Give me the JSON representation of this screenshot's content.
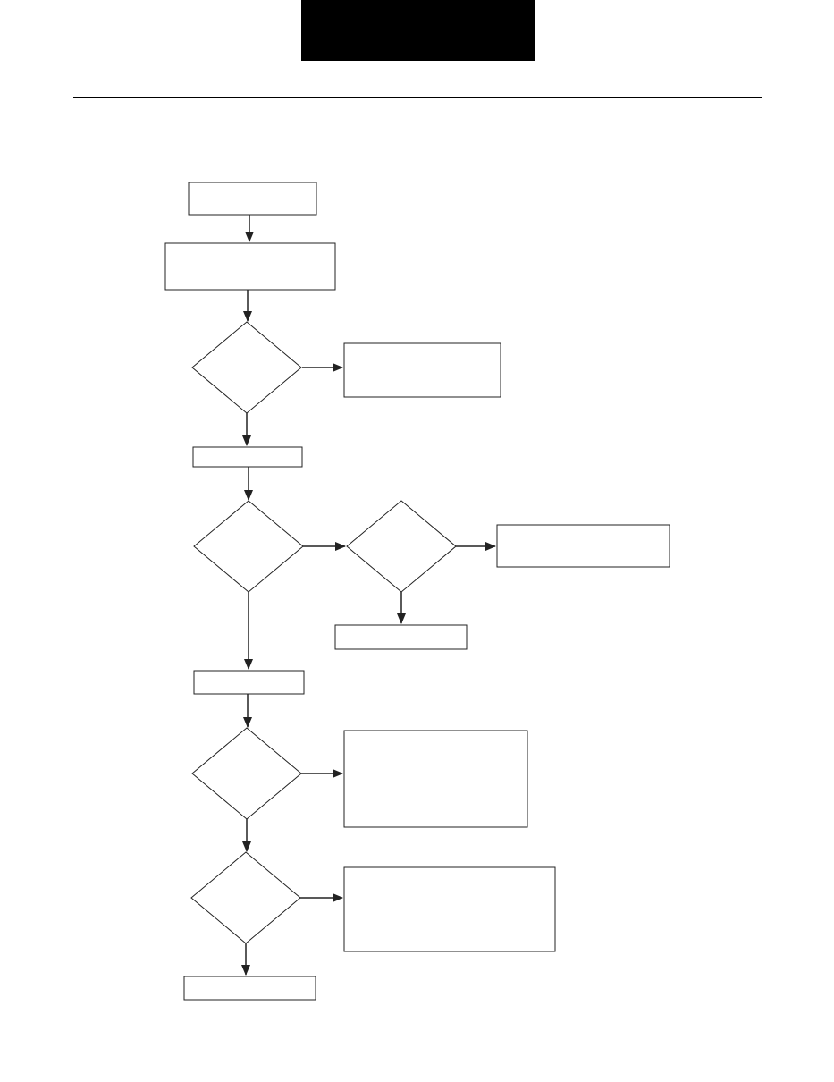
{
  "page": {
    "header_text": "",
    "colors": {
      "header_block": "#000000",
      "line": "#222222",
      "background": "#ffffff"
    }
  },
  "flowchart": {
    "nodes": [
      {
        "id": "start-box",
        "shape": "rect",
        "label": ""
      },
      {
        "id": "step-box-1",
        "shape": "rect",
        "label": ""
      },
      {
        "id": "decision-1",
        "shape": "diamond",
        "label": ""
      },
      {
        "id": "result-box-1",
        "shape": "rect",
        "label": ""
      },
      {
        "id": "step-box-2",
        "shape": "rect",
        "label": ""
      },
      {
        "id": "decision-2",
        "shape": "diamond",
        "label": ""
      },
      {
        "id": "decision-2a",
        "shape": "diamond",
        "label": ""
      },
      {
        "id": "result-box-2",
        "shape": "rect",
        "label": ""
      },
      {
        "id": "result-box-3",
        "shape": "rect",
        "label": ""
      },
      {
        "id": "step-box-3",
        "shape": "rect",
        "label": ""
      },
      {
        "id": "decision-3",
        "shape": "diamond",
        "label": ""
      },
      {
        "id": "result-box-4",
        "shape": "rect",
        "label": ""
      },
      {
        "id": "decision-4",
        "shape": "diamond",
        "label": ""
      },
      {
        "id": "result-box-5",
        "shape": "rect",
        "label": ""
      },
      {
        "id": "end-box",
        "shape": "rect",
        "label": ""
      }
    ],
    "edges": [
      {
        "from": "start-box",
        "to": "step-box-1"
      },
      {
        "from": "step-box-1",
        "to": "decision-1"
      },
      {
        "from": "decision-1",
        "to": "result-box-1"
      },
      {
        "from": "decision-1",
        "to": "step-box-2"
      },
      {
        "from": "step-box-2",
        "to": "decision-2"
      },
      {
        "from": "decision-2",
        "to": "decision-2a"
      },
      {
        "from": "decision-2a",
        "to": "result-box-2"
      },
      {
        "from": "decision-2a",
        "to": "result-box-3"
      },
      {
        "from": "decision-2",
        "to": "step-box-3"
      },
      {
        "from": "step-box-3",
        "to": "decision-3"
      },
      {
        "from": "decision-3",
        "to": "result-box-4"
      },
      {
        "from": "decision-3",
        "to": "decision-4"
      },
      {
        "from": "decision-4",
        "to": "result-box-5"
      },
      {
        "from": "decision-4",
        "to": "end-box"
      }
    ]
  }
}
